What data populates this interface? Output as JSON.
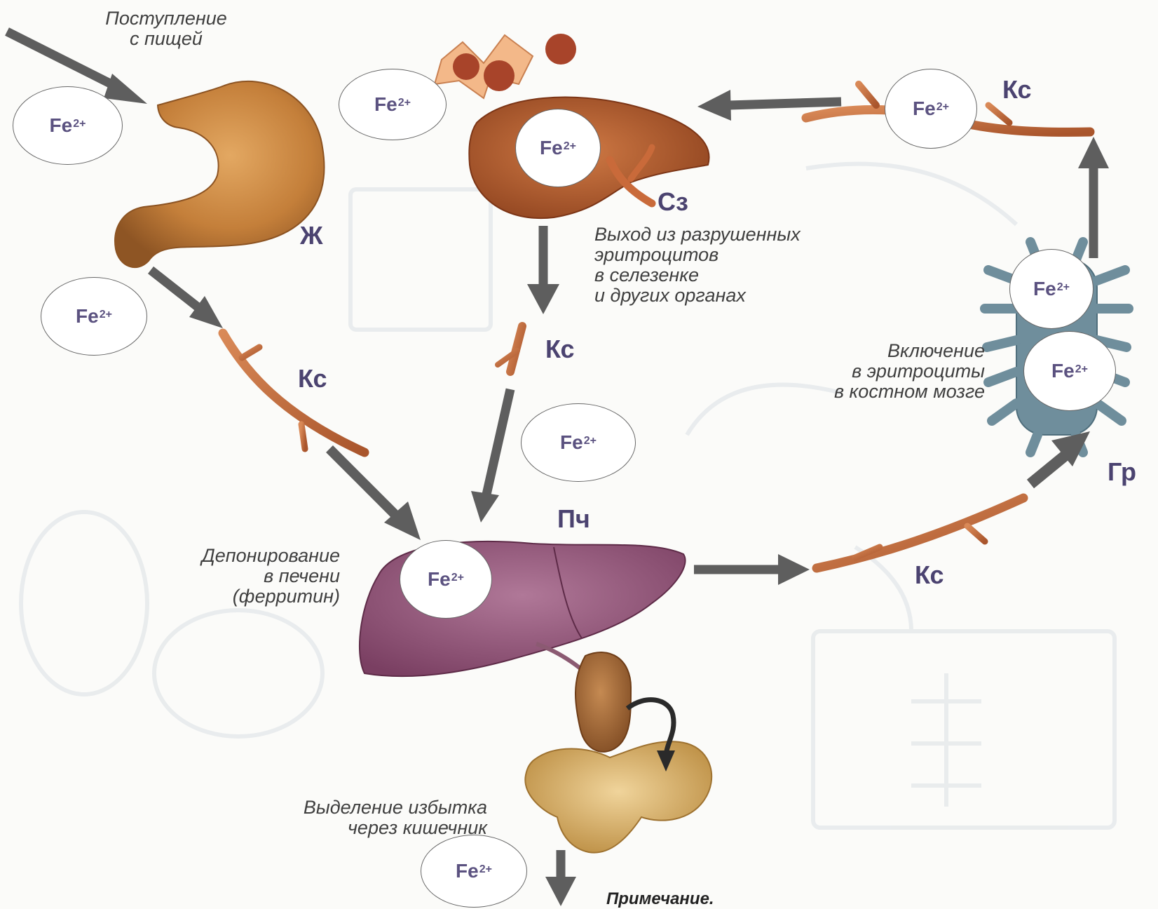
{
  "captions": {
    "intake": [
      "Поступление",
      "с пищей"
    ],
    "spleen_release": [
      "Выход из разрушенных",
      "эритроцитов",
      "в селезенке",
      "и других органах"
    ],
    "marrow": [
      "Включение",
      "в эритроциты",
      "в костном мозге"
    ],
    "liver_depot": [
      "Депонирование",
      "в печени",
      "(ферритин)"
    ],
    "excretion": [
      "Выделение избытка",
      "через кишечник"
    ]
  },
  "labels": {
    "stomach": "Ж",
    "spleen": "Сз",
    "liver": "Пч",
    "bone_marrow": "Гр",
    "blood_vessel": "Кс"
  },
  "iron": {
    "symbol": "Fe",
    "charge": "2+"
  },
  "note": "Примечание.",
  "colors": {
    "arrow": "#5e5e5e",
    "vessel": "#c06a3e",
    "stomach": "#c9843e",
    "liver": "#8a4e73",
    "spleen": "#a5532a",
    "marrow": "#6f8e9c",
    "label": "#4b4370"
  }
}
